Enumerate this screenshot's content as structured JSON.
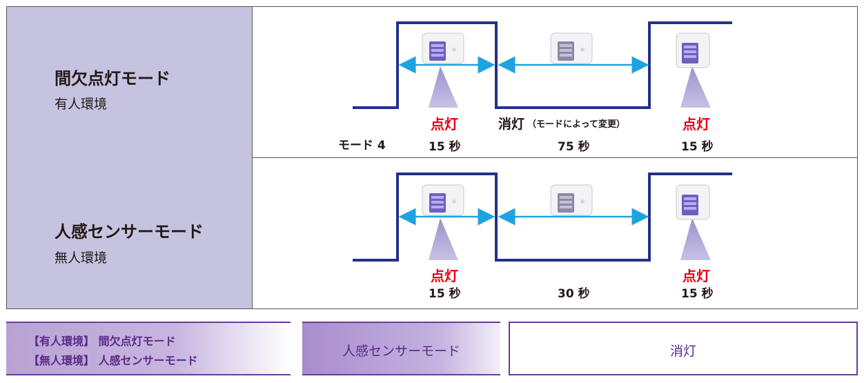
{
  "rows": [
    {
      "title": "間欠点灯モード",
      "subtitle": "有人環境",
      "left_on_label": "点灯",
      "left_on_time": "15 秒",
      "off_label": "消灯",
      "off_note": "（モードによって変更）",
      "off_time": "75 秒",
      "right_on_label": "点灯",
      "right_on_time": "15 秒",
      "mode_tag": "モード 4"
    },
    {
      "title": "人感センサーモード",
      "subtitle": "無人環境",
      "left_on_label": "点灯",
      "left_on_time": "15 秒",
      "off_time": "30 秒",
      "right_on_label": "点灯",
      "right_on_time": "15 秒"
    }
  ],
  "legend": {
    "item1_line1": "【有人環境】 間欠点灯モード",
    "item1_line2": "【無人環境】 人感センサーモード",
    "item2": "人感センサーモード",
    "item3": "消灯"
  },
  "colors": {
    "waveform": "#23318a",
    "arrow": "#1fa3e0",
    "light_beam": "#a59bd0",
    "label_cell": "#c5c3e0",
    "red_text": "#e60012",
    "legend_border": "#6c3a9a"
  }
}
